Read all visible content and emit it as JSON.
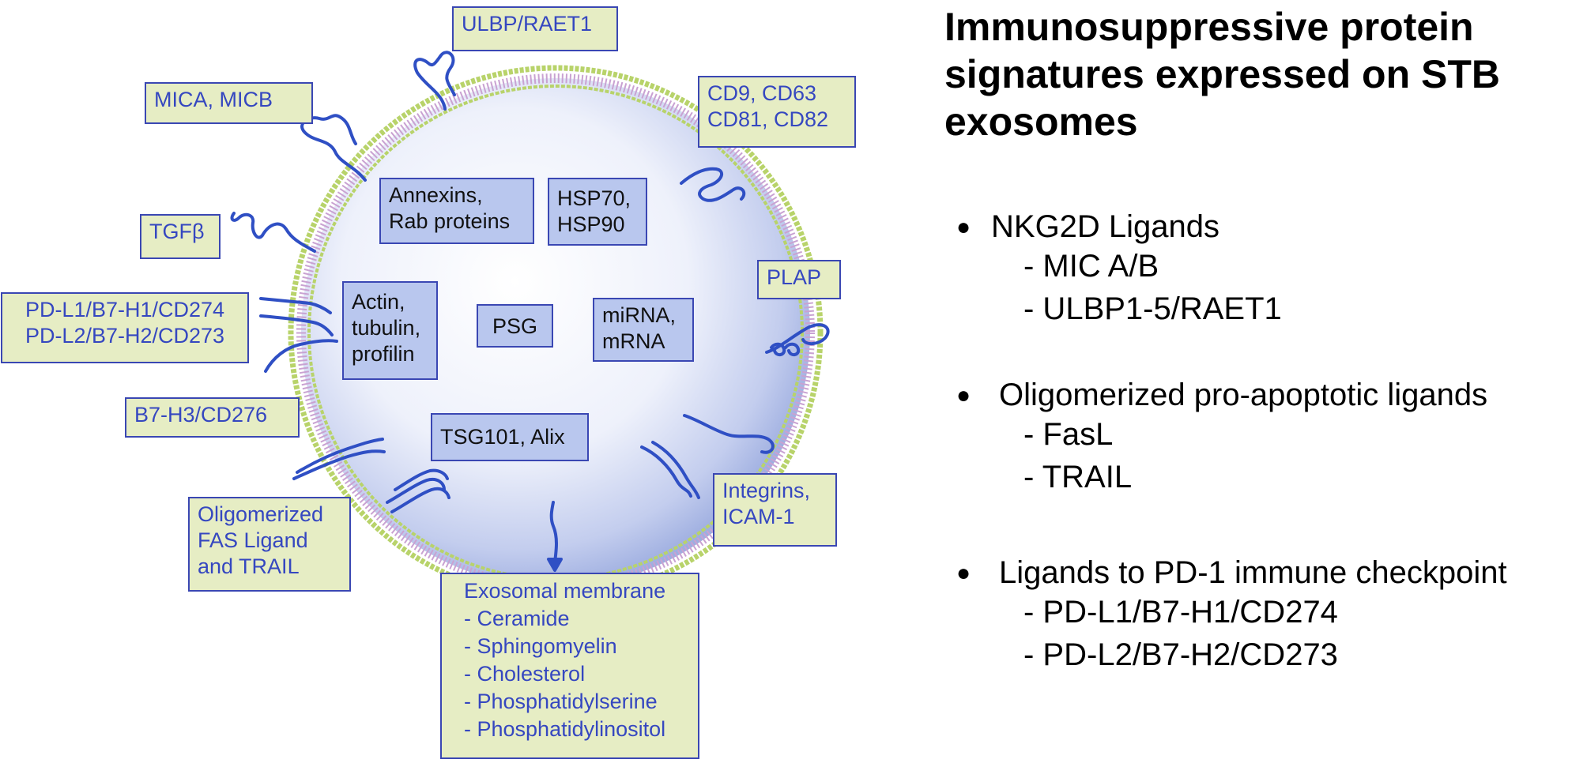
{
  "diagram": {
    "outer_labels": {
      "ulbp": [
        "ULBP/RAET1"
      ],
      "mica": [
        "MICA, MICB"
      ],
      "cd": [
        "CD9, CD63",
        "CD81, CD82"
      ],
      "tgfb": [
        "TGFβ"
      ],
      "plap": [
        "PLAP"
      ],
      "pdl": [
        "PD-L1/B7-H1/CD274",
        "PD-L2/B7-H2/CD273"
      ],
      "b7h3": [
        "B7-H3/CD276"
      ],
      "integrins": [
        "Integrins,",
        "ICAM-1"
      ],
      "fas": [
        "Oligomerized",
        "FAS Ligand",
        "and TRAIL"
      ],
      "membrane": [
        "Exosomal membrane",
        "- Ceramide",
        "- Sphingomyelin",
        "- Cholesterol",
        "- Phosphatidylserine",
        "- Phosphatidylinositol"
      ]
    },
    "inner_labels": {
      "annexins": [
        "Annexins,",
        "Rab proteins"
      ],
      "hsp": [
        "HSP70,",
        "HSP90"
      ],
      "actin": [
        "Actin,",
        "tubulin,",
        "profilin"
      ],
      "psg": [
        "PSG"
      ],
      "mirna": [
        "miRNA,",
        "mRNA"
      ],
      "tsg": [
        "TSG101, Alix"
      ]
    },
    "colors": {
      "outer_fill": "#e6edc4",
      "outer_text": "#3547c0",
      "inner_fill": "#b9c7ee",
      "protein_line": "#2f4fc4",
      "membrane_outer": "#b8d36a",
      "membrane_inner": "#c9a2d2"
    }
  },
  "title_lines": [
    "Immunosuppressive protein",
    "signatures expressed on STB",
    "exosomes"
  ],
  "sections": [
    {
      "heading": "NKG2D Ligands",
      "items": [
        "- MIC A/B",
        "- ULBP1-5/RAET1"
      ]
    },
    {
      "heading": "Oligomerized pro-apoptotic ligands",
      "items": [
        "- FasL",
        "- TRAIL"
      ]
    },
    {
      "heading": "Ligands to PD-1 immune checkpoint",
      "items": [
        "- PD-L1/B7-H1/CD274",
        "- PD-L2/B7-H2/CD273"
      ]
    }
  ],
  "bullet_glyph": "●"
}
